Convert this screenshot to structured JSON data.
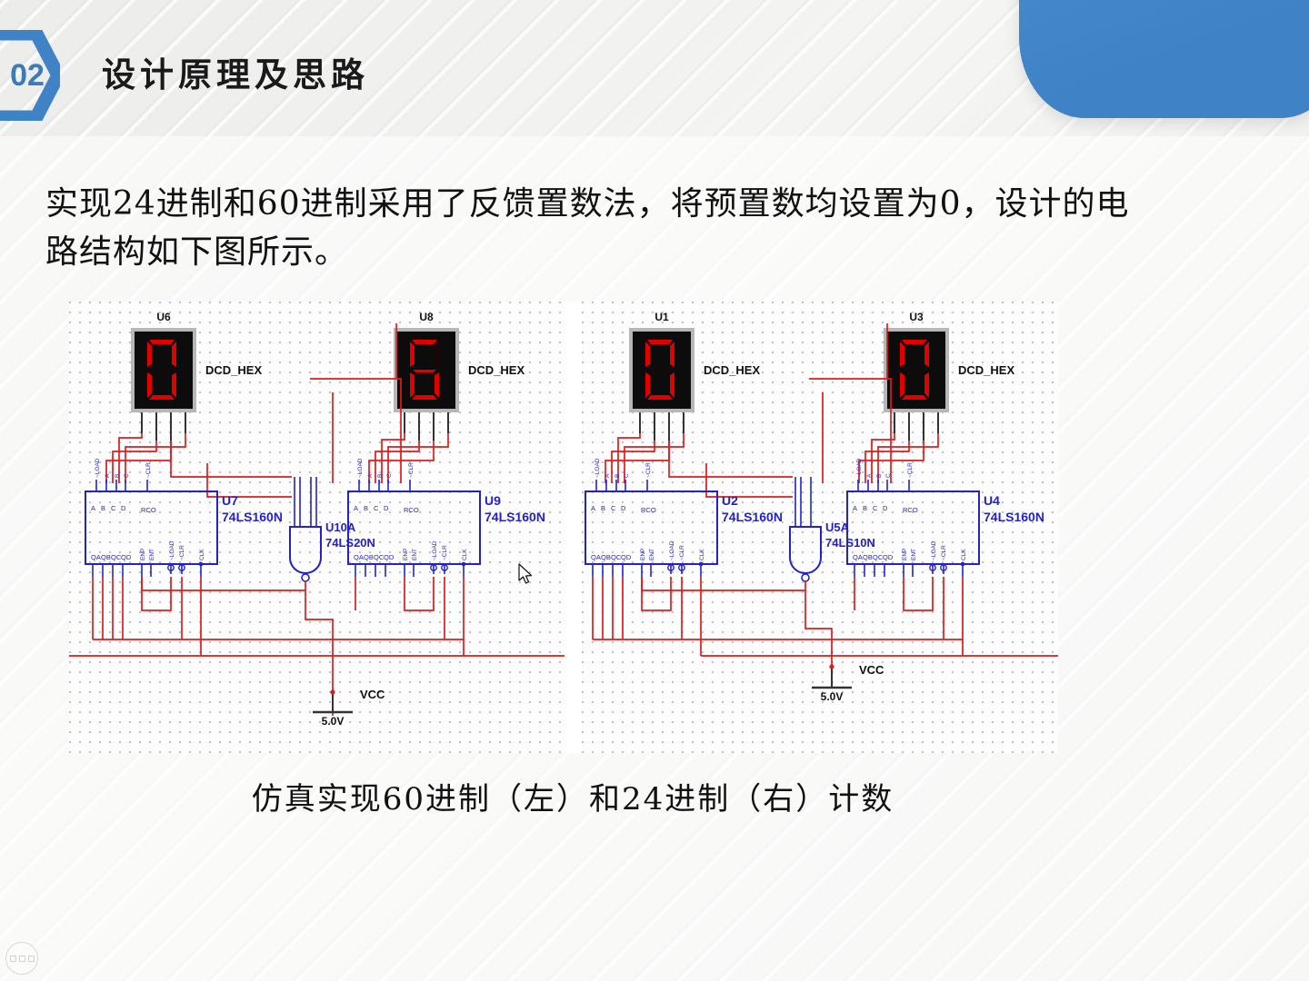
{
  "slide": {
    "section_number": "02",
    "header_title": "设计原理及思路",
    "body_paragraph": "实现24进制和60进制采用了反馈置数法，将预置数均设置为0，设计的电路结构如下图所示。",
    "figure_caption": "仿真实现60进制（左）和24进制（右）计数",
    "accent_color": "#4287ca",
    "background_color": "#f2f2f0"
  },
  "figure": {
    "left_circuit": {
      "title_hint": "60进制",
      "displays": [
        {
          "ref": "U6",
          "type": "DCD_HEX",
          "value": "0"
        },
        {
          "ref": "U8",
          "type": "DCD_HEX",
          "value": "6"
        }
      ],
      "chips": [
        {
          "ref": "U7",
          "part": "74LS160N"
        },
        {
          "ref": "U9",
          "part": "74LS160N"
        },
        {
          "ref": "U10A",
          "part": "74LS20N"
        }
      ],
      "power": {
        "label": "VCC",
        "value": "5.0V"
      },
      "chip_pin_labels": {
        "top_inputs": [
          "~LOAD",
          "A",
          "B",
          "C",
          "D"
        ],
        "top_right": "~CLR",
        "bottom_outputs": [
          "QA",
          "QB",
          "QC",
          "QD"
        ],
        "bottom_mid": [
          "ENP",
          "ENT"
        ],
        "bottom_right": [
          "~LOAD",
          "~CLR",
          "CLK"
        ],
        "internal_left": "ABCD",
        "internal_right": "RCO"
      }
    },
    "right_circuit": {
      "title_hint": "24进制",
      "displays": [
        {
          "ref": "U1",
          "type": "DCD_HEX",
          "value": "0"
        },
        {
          "ref": "U3",
          "type": "DCD_HEX",
          "value": "0"
        }
      ],
      "chips": [
        {
          "ref": "U2",
          "part": "74LS160N"
        },
        {
          "ref": "U4",
          "part": "74LS160N"
        },
        {
          "ref": "U5A",
          "part": "74LS10N"
        }
      ],
      "power": {
        "label": "VCC",
        "value": "5.0V"
      }
    },
    "colors": {
      "wire_red": "#e01b1b",
      "wire_blue": "#2222cc",
      "chip_outline": "#2222cc",
      "display_on": "#e00000",
      "display_off": "#2a0000",
      "display_body": "#0a0a0a",
      "grid_dot": "#b9b3c7"
    }
  },
  "chrome": {
    "more_options_label": "more-options"
  }
}
